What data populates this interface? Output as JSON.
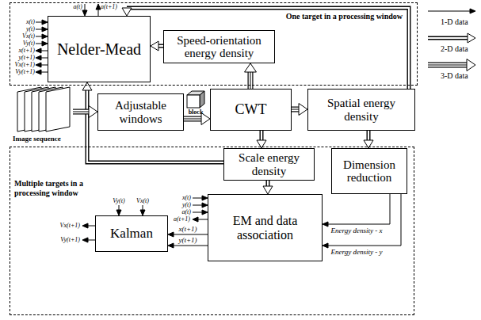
{
  "diagram": {
    "nodes": [
      {
        "text": [
          "One target in a processing window"
        ]
      },
      {
        "text": [
          "Nelder-Mead"
        ],
        "in": 0
      },
      {
        "text": [
          "Speed-orientation energy density"
        ],
        "in": 0
      },
      {
        "text": [
          "Adjustable windows"
        ]
      },
      {
        "text": [
          "CWT"
        ]
      },
      {
        "text": [
          "Spatial energy density"
        ]
      },
      {
        "text": [
          "Multiple targets in a processing window"
        ]
      },
      {
        "text": [
          "Scale energy density"
        ],
        "in": 6
      },
      {
        "text": [
          "Dimension reduction"
        ],
        "in": 6
      },
      {
        "text": [
          "EM and data association"
        ],
        "in": 6
      },
      {
        "text": [
          "Kalman"
        ],
        "in": 6
      }
    ],
    "edges": [
      {
        "from": 3,
        "to": 4,
        "arrow": "to"
      },
      {
        "from": 4,
        "to": 5,
        "arrow": "to"
      },
      {
        "from": 4,
        "to": 2,
        "arrow": "to"
      },
      {
        "from": 2,
        "to": 1,
        "arrow": "to"
      },
      {
        "from": 5,
        "to": 1,
        "arrow": "to"
      },
      {
        "from": 4,
        "to": 7,
        "arrow": "to"
      },
      {
        "from": 7,
        "to": 1,
        "arrow": "to"
      },
      {
        "from": 5,
        "to": 8,
        "arrow": "to"
      },
      {
        "from": 7,
        "to": 9,
        "arrow": "to"
      },
      {
        "from": 8,
        "to": 9,
        "label": "Energy density - x",
        "arrow": "to"
      },
      {
        "from": 8,
        "to": 9,
        "label": "Energy density - y",
        "arrow": "to"
      },
      {
        "from": 9,
        "to": 10,
        "label": "x(t+1)",
        "arrow": "to"
      },
      {
        "from": 9,
        "to": 10,
        "label": "y(t+1)",
        "arrow": "to"
      }
    ],
    "labels": [
      "a(t)",
      "a(t+1)",
      "x(t)",
      "y(t)",
      "Vx(t)",
      "Vy(t)",
      "x(t+1)",
      "y(t+1)",
      "Vx(t+1)",
      "Vy(t+1)",
      "x(t)",
      "y(t)",
      "a(t)",
      "a(t+1)",
      "Vy(t)",
      "Vx(t)",
      "Vx(t+1)",
      "Vy(t+1)",
      "Image sequence",
      "block"
    ],
    "legend": [
      {
        "text": "1-D data"
      },
      {
        "text": "2-D data"
      },
      {
        "text": "3-D data"
      }
    ]
  }
}
